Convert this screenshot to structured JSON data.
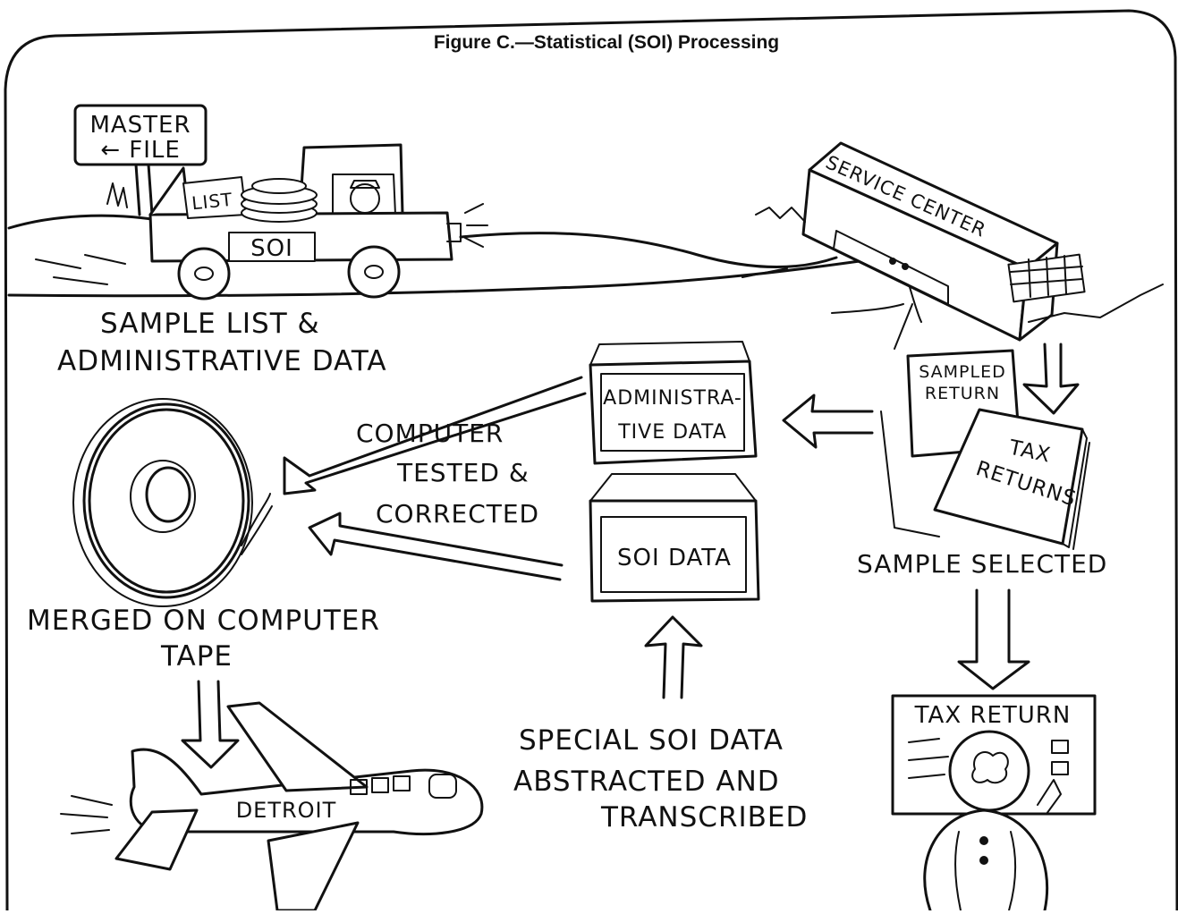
{
  "title": "Figure C.—Statistical (SOI) Processing",
  "signs": {
    "master_file_line1": "MASTER",
    "master_file_line2": "← FILE",
    "truck_side": "SOI",
    "truck_cargo": "LIST",
    "service_center": "SERVICE CENTER",
    "admin_box_line1": "ADMINISTRA-",
    "admin_box_line2": "TIVE DATA",
    "soi_box": "SOI DATA",
    "sampled_return_line1": "SAMPLED",
    "sampled_return_line2": "RETURN",
    "tax_returns_line1": "TAX",
    "tax_returns_line2": "RETURNS",
    "tax_return_board": "TAX RETURN",
    "plane": "DETROIT"
  },
  "captions": {
    "sample_list_line1": "SAMPLE LIST &",
    "sample_list_line2": "ADMINISTRATIVE DATA",
    "computer_tested_line1": "COMPUTER",
    "computer_tested_line2": "TESTED &",
    "computer_tested_line3": "CORRECTED",
    "sample_selected": "SAMPLE SELECTED",
    "merged_line1": "MERGED ON COMPUTER",
    "merged_line2": "TAPE",
    "special_line1": "SPECIAL SOI DATA",
    "special_line2": "ABSTRACTED AND",
    "special_line3": "TRANSCRIBED"
  }
}
